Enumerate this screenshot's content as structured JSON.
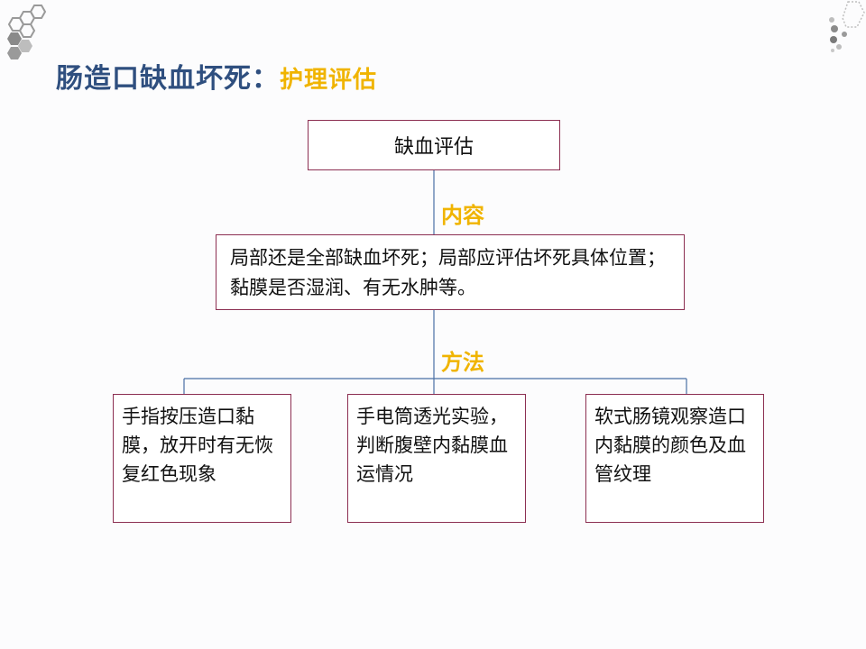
{
  "header": {
    "title": "肠造口缺血坏死：",
    "subtitle": "护理评估"
  },
  "root": {
    "label": "缺血评估"
  },
  "content_label": "内容",
  "content": {
    "text": "局部还是全部缺血坏死；局部应评估坏死具体位置；黏膜是否湿润、有无水肿等。"
  },
  "method_label": "方法",
  "methods": [
    {
      "text": "手指按压造口黏膜，放开时有无恢复红色现象"
    },
    {
      "text": "手电筒透光实验，判断腹壁内黏膜血运情况"
    },
    {
      "text": "软式肠镜观察造口内黏膜的颜色及血管纹理"
    }
  ],
  "colors": {
    "title": "#2f4f7f",
    "accent": "#f0b400",
    "border": "#8c2f52",
    "line": "#4a6fa5"
  }
}
